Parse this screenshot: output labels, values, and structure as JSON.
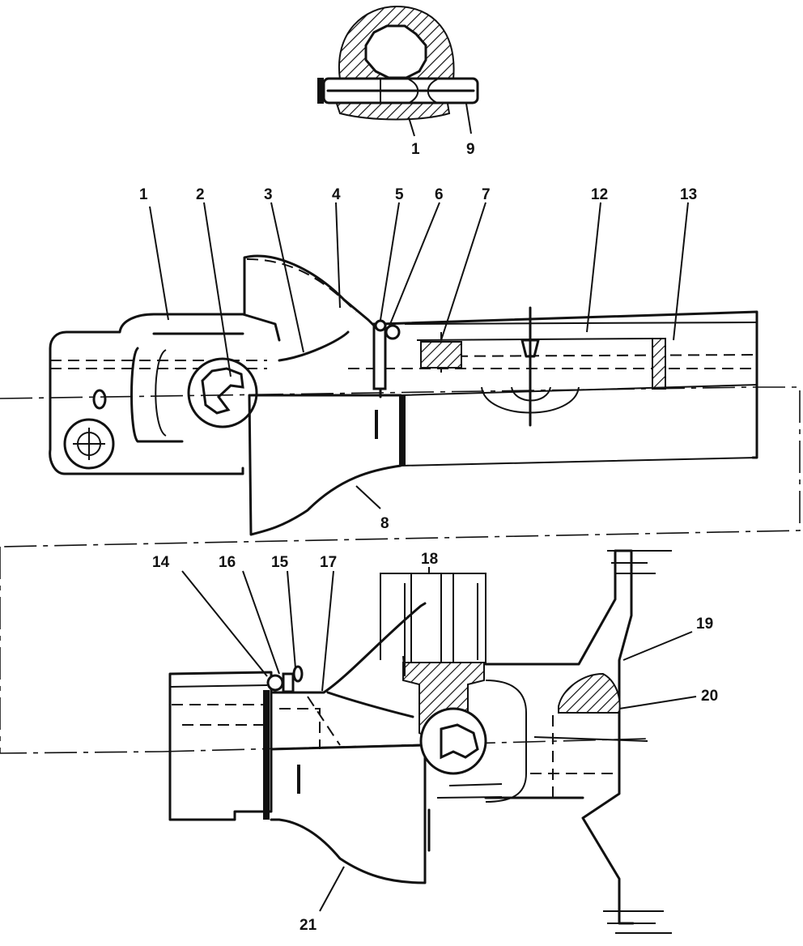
{
  "callouts": {
    "c1_detail": "1",
    "c9": "9",
    "c1": "1",
    "c2": "2",
    "c3": "3",
    "c4": "4",
    "c5": "5",
    "c6": "6",
    "c7": "7",
    "c12": "12",
    "c13": "13",
    "c8": "8",
    "c14": "14",
    "c16": "16",
    "c15": "15",
    "c17": "17",
    "c18": "18",
    "c19": "19",
    "c20": "20",
    "c21": "21"
  }
}
